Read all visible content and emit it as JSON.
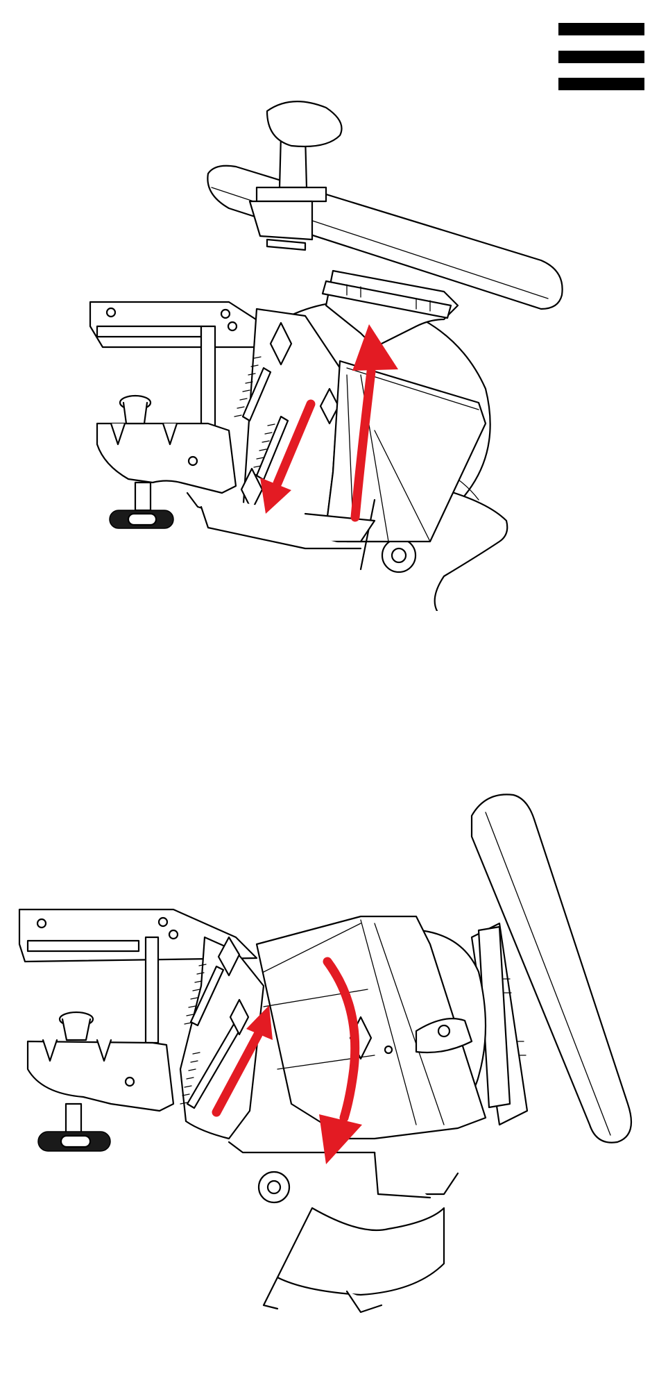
{
  "header": {
    "menu_icon": "hamburger-menu-icon"
  },
  "figures": [
    {
      "name": "wheel-base-tilt-up",
      "arrows": [
        "slide-down-arrow",
        "rotate-up-arrow"
      ],
      "arrow_color": "#e31b23"
    },
    {
      "name": "wheel-base-tilt-down",
      "arrows": [
        "slide-up-arrow",
        "rotate-down-arrow"
      ],
      "arrow_color": "#e31b23"
    }
  ],
  "colors": {
    "background": "#ffffff",
    "line": "#000000",
    "accent": "#e31b23"
  }
}
